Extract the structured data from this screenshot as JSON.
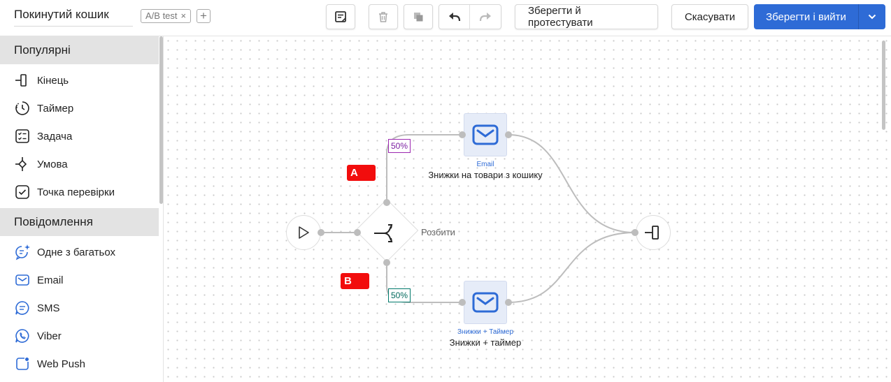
{
  "header": {
    "title": "Покинутий кошик",
    "tag_label": "A/B test",
    "tag_remove": "×",
    "tag_add": "+",
    "save_test_label": "Зберегти й протестувати",
    "cancel_label": "Скасувати",
    "save_exit_label": "Зберегти і вийти"
  },
  "sidebar": {
    "sections": [
      {
        "title": "Популярні",
        "items": [
          {
            "label": "Кінець",
            "icon": "end-icon"
          },
          {
            "label": "Таймер",
            "icon": "timer-icon"
          },
          {
            "label": "Задача",
            "icon": "task-icon"
          },
          {
            "label": "Умова",
            "icon": "condition-icon"
          },
          {
            "label": "Точка перевірки",
            "icon": "checkpoint-icon"
          }
        ]
      },
      {
        "title": "Повідомлення",
        "items": [
          {
            "label": "Одне з багатьох",
            "icon": "one-of-many-icon"
          },
          {
            "label": "Email",
            "icon": "email-icon"
          },
          {
            "label": "SMS",
            "icon": "sms-icon"
          },
          {
            "label": "Viber",
            "icon": "viber-icon"
          },
          {
            "label": "Web Push",
            "icon": "web-push-icon"
          }
        ]
      }
    ]
  },
  "flow": {
    "split_label": "Розбити",
    "branch_a": {
      "badge": "A",
      "percent": "50%",
      "node_type": "Email",
      "node_title": "Знижки на товари з кошику",
      "color": "#9c27b0"
    },
    "branch_b": {
      "badge": "B",
      "percent": "50%",
      "node_type": "Знижки + Таймер",
      "node_title": "Знижки + таймер",
      "color": "#00796b"
    }
  },
  "colors": {
    "primary": "#2e6bd6",
    "badge_red": "#f20d0d",
    "node_bg": "#e6ecf8"
  }
}
